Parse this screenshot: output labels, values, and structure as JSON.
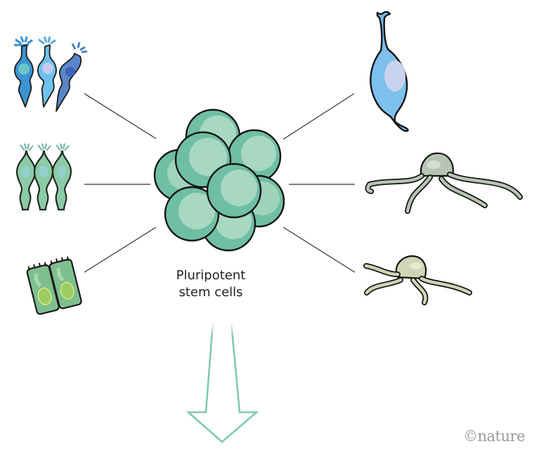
{
  "diagram": {
    "center_label": {
      "line1": "Pluripotent",
      "line2": "stem cells"
    },
    "credit": "©nature",
    "colors": {
      "stem_fill": "#6fbfa5",
      "stem_light": "#a8d8c2",
      "photoreceptor_blue": "#4b9bd6",
      "hair_cell_green": "#8ccba6",
      "epithelial_green": "#7fbf8f",
      "bipolar_blue": "#7cc0ec",
      "glia_grey": "#b7c4b4",
      "glia_pale": "#cfd5b5",
      "arrow_stroke": "#7fcab2",
      "connector": "#333333"
    },
    "cell_types": [
      {
        "id": "photoreceptors",
        "side": "left"
      },
      {
        "id": "hair-cells",
        "side": "left"
      },
      {
        "id": "epithelial-cells",
        "side": "left"
      },
      {
        "id": "bipolar-neuron",
        "side": "right"
      },
      {
        "id": "astrocyte-large",
        "side": "right"
      },
      {
        "id": "astrocyte-small",
        "side": "right"
      }
    ]
  }
}
